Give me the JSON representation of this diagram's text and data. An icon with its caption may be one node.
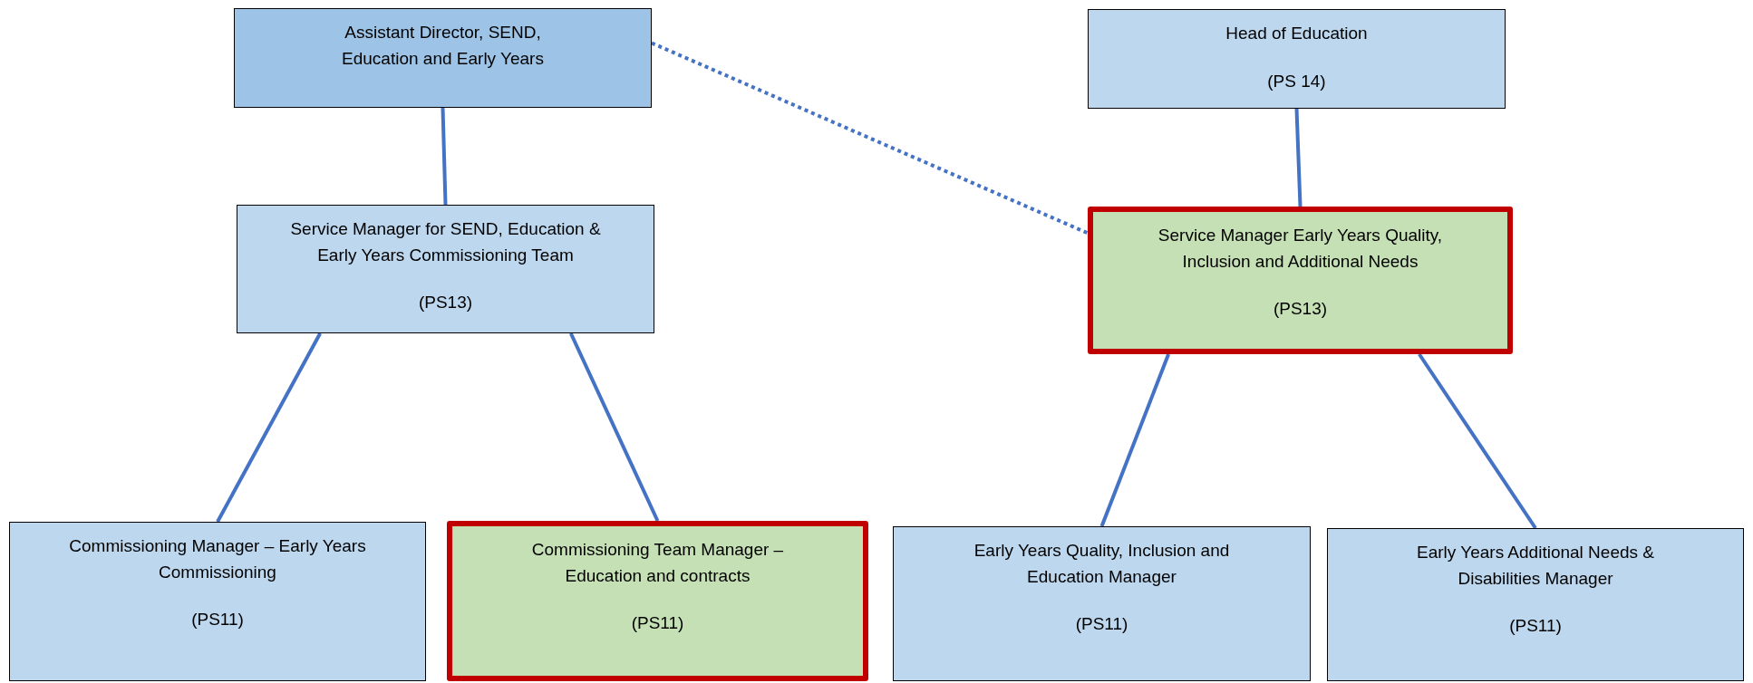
{
  "diagram": {
    "nodes": [
      {
        "text": [
          "Assistant Director, SEND, Education and Early Years"
        ]
      },
      {
        "text": [
          "Head of Education",
          "(PS 14)"
        ]
      },
      {
        "text": [
          "Service Manager for SEND, Education & Early Years Commissioning Team",
          "(PS13)"
        ]
      },
      {
        "text": [
          "Service Manager Early Years Quality, Inclusion and Additional Needs",
          "(PS13)"
        ]
      },
      {
        "text": [
          "Commissioning Manager – Early Years Commissioning",
          "(PS11)"
        ]
      },
      {
        "text": [
          "Commissioning Team Manager – Education and contracts",
          "(PS11)"
        ]
      },
      {
        "text": [
          "Early Years Quality, Inclusion and Education Manager",
          "(PS11)"
        ]
      },
      {
        "text": [
          "Early Years Additional Needs & Disabilities Manager",
          "(PS11)"
        ]
      }
    ],
    "edges": [
      {
        "from": 0,
        "to": 2,
        "arrow": "none"
      },
      {
        "from": 0,
        "to": 3,
        "arrow": "none",
        "style": "dashed"
      },
      {
        "from": 1,
        "to": 3,
        "arrow": "none"
      },
      {
        "from": 2,
        "to": 4,
        "arrow": "none"
      },
      {
        "from": 2,
        "to": 5,
        "arrow": "none"
      },
      {
        "from": 3,
        "to": 6,
        "arrow": "none"
      },
      {
        "from": 3,
        "to": 7,
        "arrow": "none"
      }
    ]
  }
}
